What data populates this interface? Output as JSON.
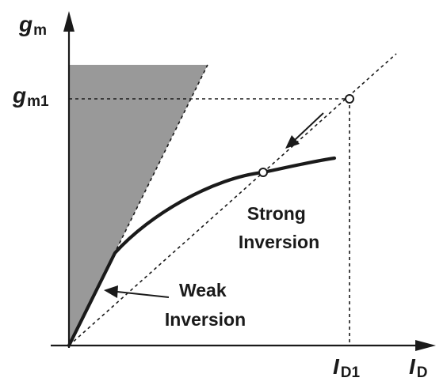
{
  "axes": {
    "y": {
      "symbol": "g",
      "subscript": "m"
    },
    "x": {
      "symbol": "I",
      "subscript": "D"
    }
  },
  "ticks": {
    "y": {
      "symbol": "g",
      "subscript": "m1"
    },
    "x": {
      "symbol": "I",
      "subscript": "D1"
    }
  },
  "regions": {
    "strong": {
      "line1": "Strong",
      "line2": "Inversion"
    },
    "weak": {
      "line1": "Weak",
      "line2": "Inversion"
    }
  },
  "colors": {
    "ink": "#1a1a1a",
    "shaded_region": "#999999",
    "background": "#ffffff"
  }
}
